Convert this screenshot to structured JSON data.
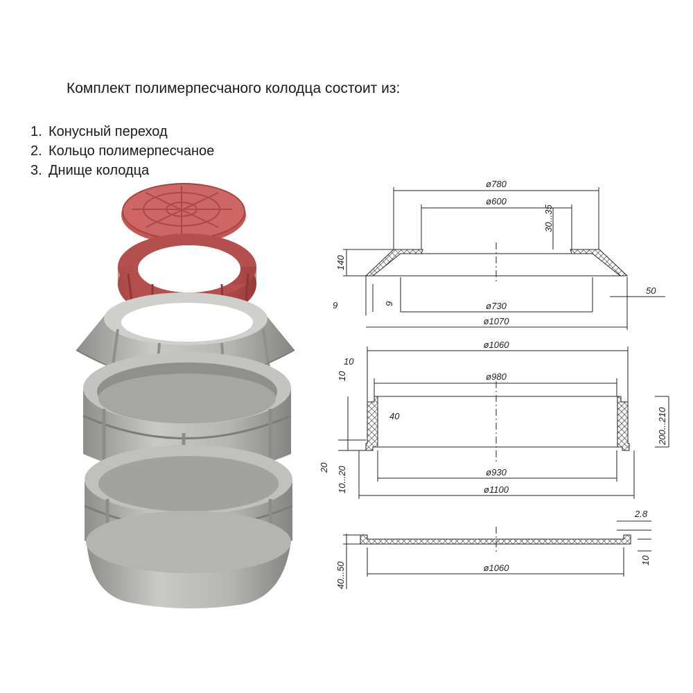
{
  "heading": "Комплект полимерпесчаного колодца состоит из:",
  "parts": [
    {
      "num": "1.",
      "label": "Конусный переход"
    },
    {
      "num": "2.",
      "label": "Кольцо полимерпесчаное"
    },
    {
      "num": "3.",
      "label": "Днище колодца"
    }
  ],
  "colors": {
    "lid": "#c85a5a",
    "lid_dark": "#9e3c3c",
    "concrete": "#b9b9b6",
    "concrete_dark": "#8e8e8b",
    "line": "#222222"
  },
  "dimensions": {
    "cone": {
      "d_top_outer": "ø780",
      "d_top_inner": "ø600",
      "lip": "30...35",
      "height": "140",
      "wall": "9",
      "wall2": "9",
      "d_bottom_inner": "ø730",
      "d_bottom_outer": "ø1070",
      "edge": "50"
    },
    "ring": {
      "d_outer_top": "ø1060",
      "top_step_w": "10",
      "top_step_h": "10",
      "d_inner_top": "ø980",
      "wall": "40",
      "height": "200...210",
      "step_h": "20",
      "bottom_step": "10...20",
      "d_inner_bottom": "ø930",
      "d_outer_bottom": "ø1100"
    },
    "bottom": {
      "thickness": "2.8",
      "edge": "10",
      "height": "40...50",
      "diameter": "ø1060"
    }
  }
}
